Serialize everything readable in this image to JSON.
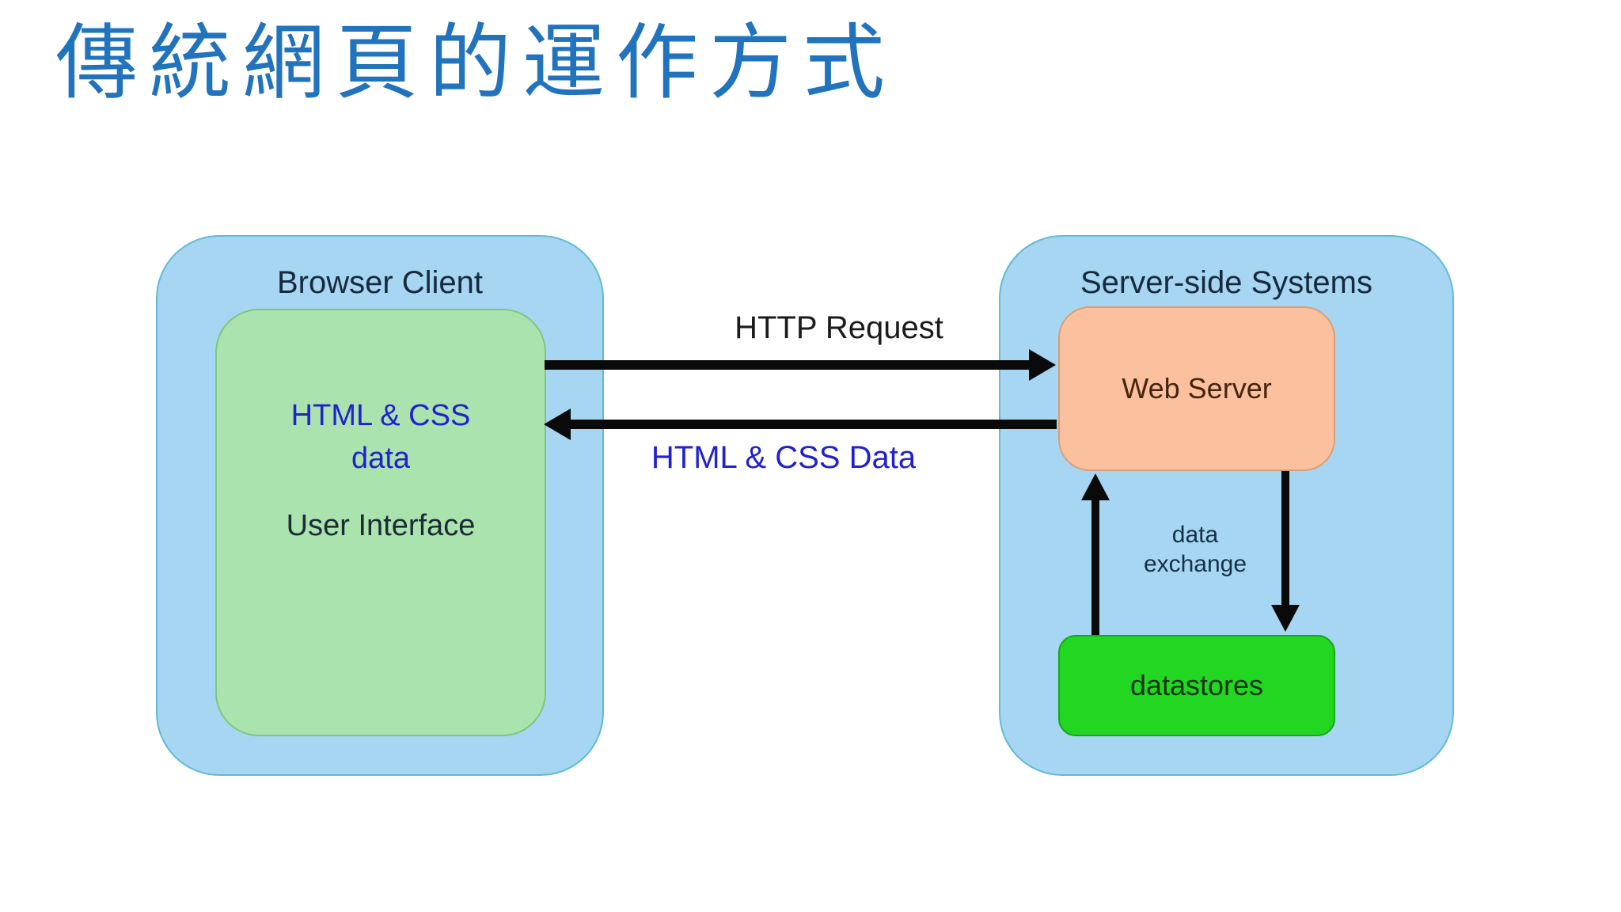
{
  "slide": {
    "title": "傳統網頁的運作方式"
  },
  "browser_client": {
    "label": "Browser Client",
    "data_text_line1": "HTML & CSS",
    "data_text_line2": "data",
    "ui_text": "User Interface"
  },
  "server_side": {
    "label": "Server-side Systems",
    "web_server": "Web Server",
    "datastores": "datastores",
    "exchange_line1": "data",
    "exchange_line2": "exchange"
  },
  "arrows": {
    "request": "HTTP Request",
    "response": "HTML & CSS Data"
  },
  "colors": {
    "title": "#2173BE",
    "container_fill": "#A6D6F2",
    "container_border": "#62BAD6",
    "client_inner_fill": "#ABE3AF",
    "client_inner_border": "#7CC87C",
    "web_server_fill": "#FBC19E",
    "web_server_border": "#D99E72",
    "web_server_text": "#45230F",
    "datastores_fill": "#22D622",
    "datastores_border": "#16A816",
    "response_text": "#2121CE",
    "arrow": "#0A0A0A"
  }
}
